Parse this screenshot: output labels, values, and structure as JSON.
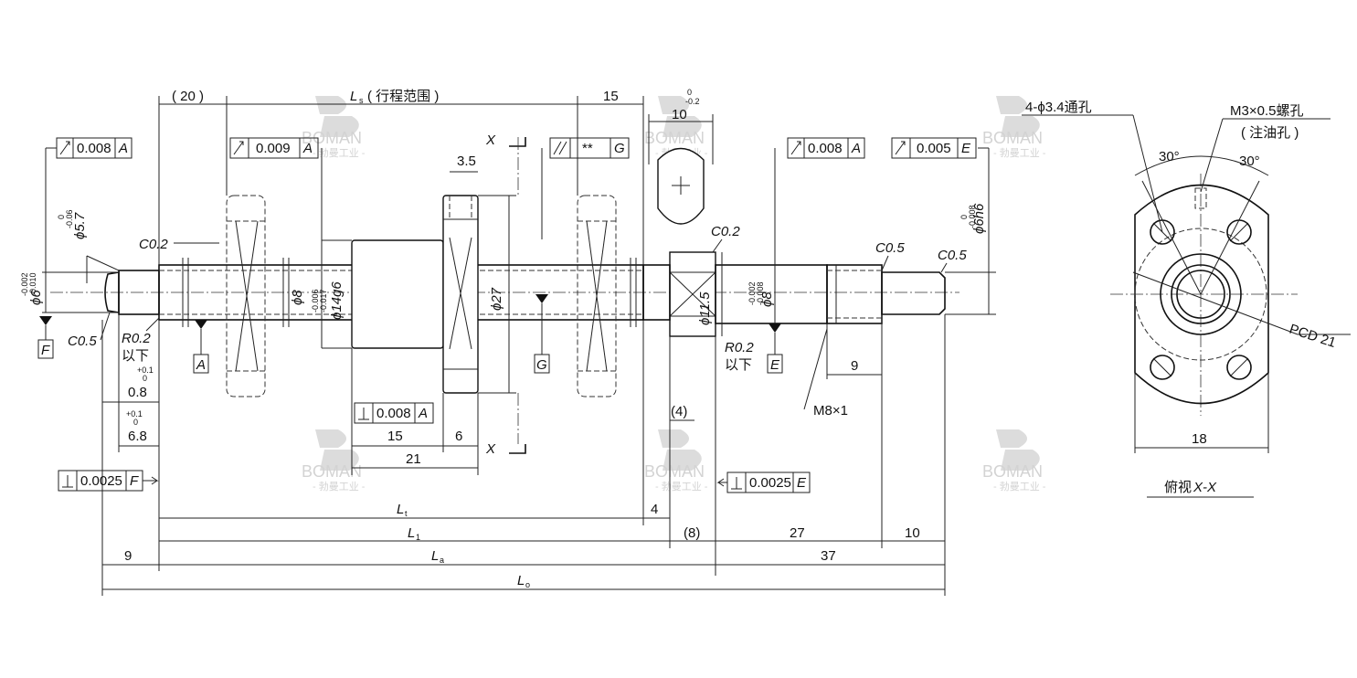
{
  "watermark": {
    "brand": "BOMAN",
    "cn": "- 勃曼工业 -"
  },
  "left_shaft": {
    "tol_frame_a_value": "0.008",
    "tol_frame_a_datum": "A",
    "dia_6": "ϕ6",
    "dia_6_tol_upper": "-0.002",
    "dia_6_tol_lower": "-0.010",
    "dia_57": "ϕ5.7",
    "dia_57_tol_upper": "0",
    "dia_57_tol_lower": "-0.06",
    "datum_f": "F",
    "c02": "C0.2",
    "c05": "C0.5",
    "r02": "R0.2",
    "r02_sub": "以下",
    "dim_08": "0.8",
    "dim_08_tol_upper": "+0.1",
    "dim_08_tol_lower": "0",
    "dim_68": "6.8",
    "dim_68_tol_upper": "+0.1",
    "dim_68_tol_lower": "0",
    "perp_frame_value": "0.0025",
    "perp_frame_datum": "F",
    "dim_9": "9"
  },
  "nut_area": {
    "dim_20": "( 20 )",
    "ls_label": "L",
    "ls_sub": "s",
    "ls_text": "( 行程范围 )",
    "dim_15_top": "15",
    "tol_frame_009_value": "0.009",
    "tol_frame_009_datum": "A",
    "dia_8": "ϕ8",
    "dia_8_tol_upper": "-0.006",
    "dia_8_tol_lower": "-0.017",
    "dia_14g6": "ϕ14g6",
    "datum_a": "A",
    "dim_35": "3.5",
    "section_x": "X",
    "dia_27": "ϕ27",
    "par_frame_value": "**",
    "par_frame_datum": "G",
    "datum_g": "G",
    "perp_008_value": "0.008",
    "perp_008_datum": "A",
    "dim_15": "15",
    "dim_6": "6",
    "dim_21": "21"
  },
  "right_shaft": {
    "dim_10": "10",
    "dim_10_tol_upper": "0",
    "dim_10_tol_lower": "-0.2",
    "c02": "C0.2",
    "dia_115": "ϕ11.5",
    "tol_frame_008_value": "0.008",
    "tol_frame_008_datum": "A",
    "dia_8": "ϕ8",
    "dia_8_tol_upper": "-0.002",
    "dia_8_tol_lower": "-0.008",
    "datum_e": "E",
    "r02": "R0.2",
    "r02_sub": "以下",
    "c05_a": "C0.5",
    "c05_b": "C0.5",
    "tol_frame_005_value": "0.005",
    "tol_frame_005_datum": "E",
    "dia_6h6": "ϕ6h6",
    "dia_6h6_tol_upper": "0",
    "dia_6h6_tol_lower": "-0.008",
    "dim_9": "9",
    "thread": "M8×1",
    "dim_4_paren": "(4)",
    "perp_frame_value": "0.0025",
    "perp_frame_datum": "E"
  },
  "length_dims": {
    "lt": "L",
    "lt_sub": "t",
    "l1": "L",
    "l1_sub": "1",
    "la": "L",
    "la_sub": "a",
    "lo": "L",
    "lo_sub": "o",
    "dim_4": "4",
    "dim_8_paren": "(8)",
    "dim_27": "27",
    "dim_10": "10",
    "dim_37": "37",
    "dim_9": "9"
  },
  "flange_view": {
    "holes_label": "4-ϕ3.4通孔",
    "tapped_label": "M3×0.5螺孔",
    "oil_label": "( 注油孔 )",
    "angle_left": "30°",
    "angle_right": "30°",
    "pcd": "PCD 21",
    "width": "18",
    "view_title": "俯视",
    "view_title_x": "X-X"
  }
}
